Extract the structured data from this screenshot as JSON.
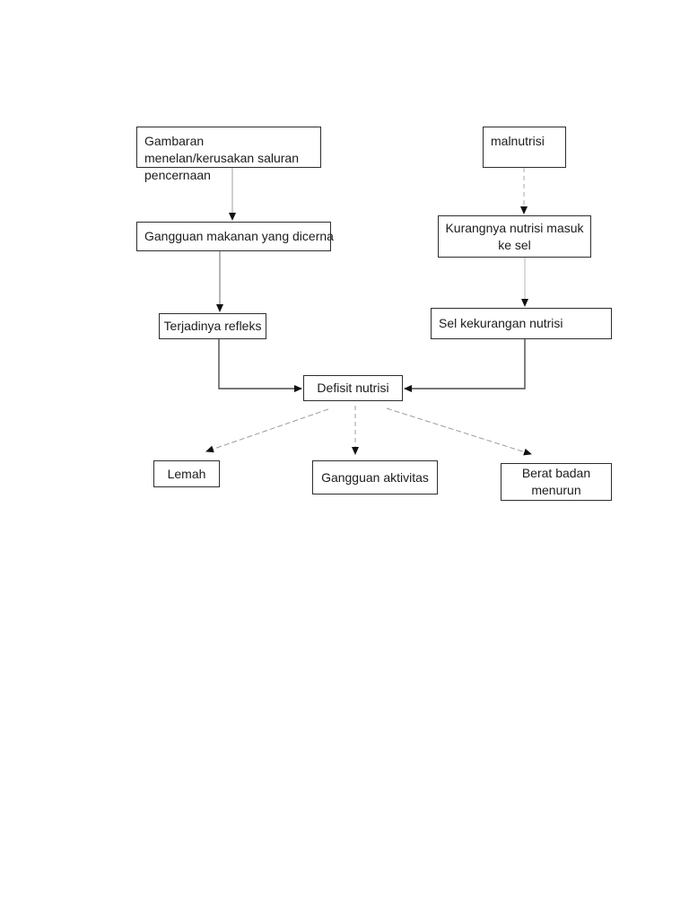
{
  "colors": {
    "background": "#ffffff",
    "box_border": "#2d2d2d",
    "text": "#1c1c1c",
    "connector_dark": "#4a4a4a",
    "connector_light": "#9c9c9c",
    "arrowhead": "#111111"
  },
  "diagram": {
    "nodes": [
      {
        "id": "gambaran-menelan",
        "label": "Gambaran menelan/kerusakan saluran pencernaan"
      },
      {
        "id": "malnutrisi",
        "label": "malnutrisi"
      },
      {
        "id": "gangguan-makanan",
        "label": "Gangguan makanan yang dicerna"
      },
      {
        "id": "kurangnya-nutrisi",
        "label": "Kurangnya nutrisi masuk ke sel"
      },
      {
        "id": "terjadinya-refleks",
        "label": "Terjadinya refleks"
      },
      {
        "id": "sel-kekurangan",
        "label": "Sel kekurangan nutrisi"
      },
      {
        "id": "defisit-nutrisi",
        "label": "Defisit nutrisi"
      },
      {
        "id": "lemah",
        "label": "Lemah"
      },
      {
        "id": "gangguan-aktivitas",
        "label": "Gangguan aktivitas"
      },
      {
        "id": "berat-badan",
        "label": "Berat badan menurun"
      }
    ],
    "edges": [
      {
        "from": "gambaran-menelan",
        "to": "gangguan-makanan",
        "style": "solid-light",
        "arrow": "filled"
      },
      {
        "from": "malnutrisi",
        "to": "kurangnya-nutrisi",
        "style": "dashed",
        "arrow": "filled"
      },
      {
        "from": "gangguan-makanan",
        "to": "terjadinya-refleks",
        "style": "solid",
        "arrow": "filled"
      },
      {
        "from": "kurangnya-nutrisi",
        "to": "sel-kekurangan",
        "style": "solid-light",
        "arrow": "filled"
      },
      {
        "from": "terjadinya-refleks",
        "to": "defisit-nutrisi",
        "style": "solid-elbow",
        "arrow": "filled"
      },
      {
        "from": "sel-kekurangan",
        "to": "defisit-nutrisi",
        "style": "solid-elbow",
        "arrow": "filled"
      },
      {
        "from": "defisit-nutrisi",
        "to": "lemah",
        "style": "dashed-diagonal",
        "arrow": "filled"
      },
      {
        "from": "defisit-nutrisi",
        "to": "gangguan-aktivitas",
        "style": "dashed",
        "arrow": "filled"
      },
      {
        "from": "defisit-nutrisi",
        "to": "berat-badan",
        "style": "dashed-diagonal",
        "arrow": "filled"
      }
    ]
  }
}
